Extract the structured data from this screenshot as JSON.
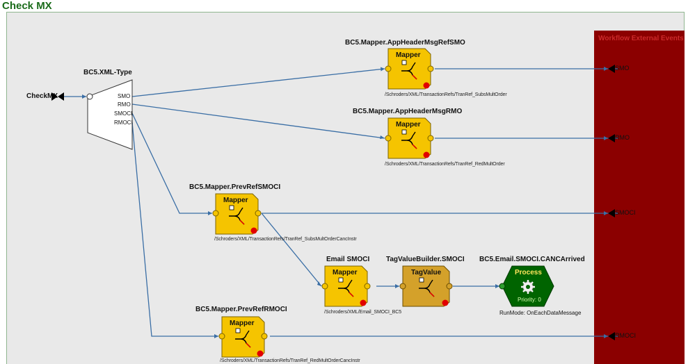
{
  "page": {
    "title": "Check MX"
  },
  "external_events": {
    "title": "Workflow External Events",
    "events": [
      "SMO",
      "RMO",
      "SMOCI",
      "RMOCI"
    ]
  },
  "entry": {
    "label": "CheckMX"
  },
  "xml_type": {
    "label": "BC5.XML-Type",
    "ports": [
      "SMO",
      "RMO",
      "SMOCI",
      "RMOCI"
    ]
  },
  "nodes": {
    "mapper_smo": {
      "label": "BC5.Mapper.AppHeaderMsgRefSMO",
      "kind": "Mapper",
      "path": "/Schroders/XML/TransactionRefs/TranRef_SubsMultOrder"
    },
    "mapper_rmo": {
      "label": "BC5.Mapper.AppHeaderMsgRMO",
      "kind": "Mapper",
      "path": "/Schroders/XML/TransactionRefs/TranRef_RedMultOrder"
    },
    "mapper_smoci": {
      "label": "BC5.Mapper.PrevRefSMOCI",
      "kind": "Mapper",
      "path": "/Schroders/XML/TransactionRefs/TranRef_SubsMultOrderCancInstr"
    },
    "email_smoci": {
      "label": "Email SMOCI",
      "kind": "Mapper",
      "path": "/Schroders/XML/Email_SMOCI_BC5"
    },
    "tagvalue": {
      "label": "TagValueBuilder.SMOCI",
      "kind": "TagValue"
    },
    "process": {
      "label": "BC5.Email.SMOCI.CANCArrived",
      "kind": "Process",
      "priority": "Priority: 0",
      "runmode": "RunMode: OnEachDataMessage"
    },
    "mapper_rmoci": {
      "label": "BC5.Mapper.PrevRefRMOCI",
      "kind": "Mapper",
      "path": "/Schroders/XML/TransactionRefs/TranRef_RedMultOrderCancInstr"
    }
  },
  "colors": {
    "title": "#1a6b1a",
    "mapper_fill": "#f5c400",
    "tagvalue_fill": "#d4a12a",
    "process_fill": "#006400",
    "external_panel": "#8b0000",
    "connector": "#3a6ea5"
  }
}
